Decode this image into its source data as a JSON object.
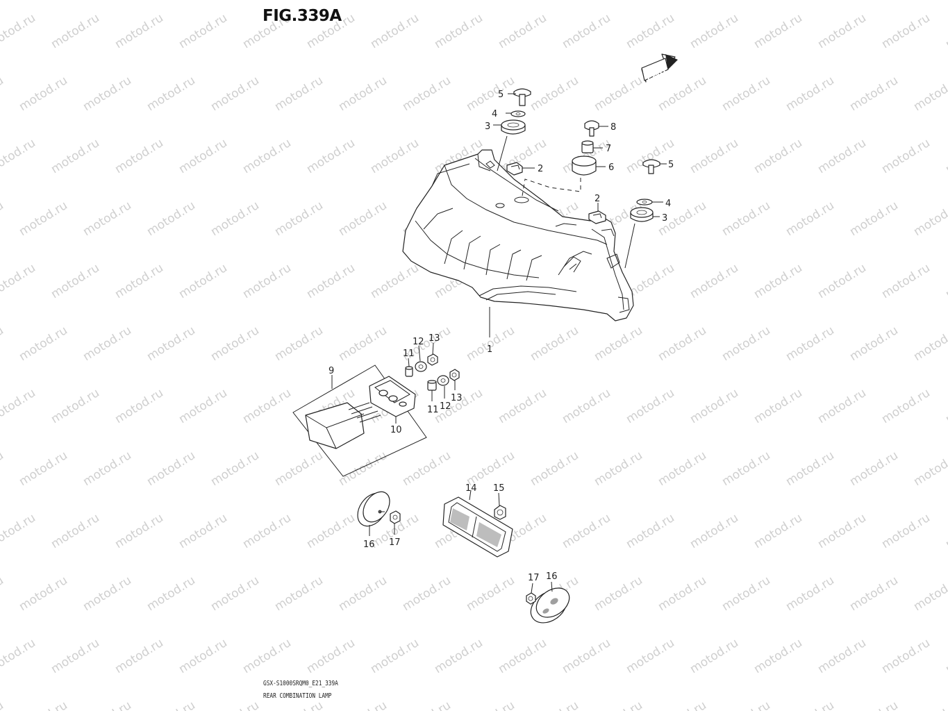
{
  "figure": {
    "title": "FIG.339A",
    "code": "GSX-S1000SRQM0_E21_339A",
    "name": "REAR COMBINATION LAMP"
  },
  "watermark": {
    "text": "motod.ru"
  },
  "fwd_label": "FWD",
  "callouts": {
    "c5a": "5",
    "c4a": "4",
    "c3a": "3",
    "c2a": "2",
    "c8": "8",
    "c7": "7",
    "c6": "6",
    "c5b": "5",
    "c2b": "2",
    "c4b": "4",
    "c3b": "3",
    "c1": "1",
    "c9": "9",
    "c10": "10",
    "c11a": "11",
    "c12a": "12",
    "c13a": "13",
    "c11b": "11",
    "c12b": "12",
    "c13b": "13",
    "c14": "14",
    "c15": "15",
    "c16a": "16",
    "c17a": "17",
    "c17b": "17",
    "c16b": "16"
  },
  "colors": {
    "line": "#222222",
    "watermark": "#cfcfcf",
    "background": "#ffffff"
  }
}
